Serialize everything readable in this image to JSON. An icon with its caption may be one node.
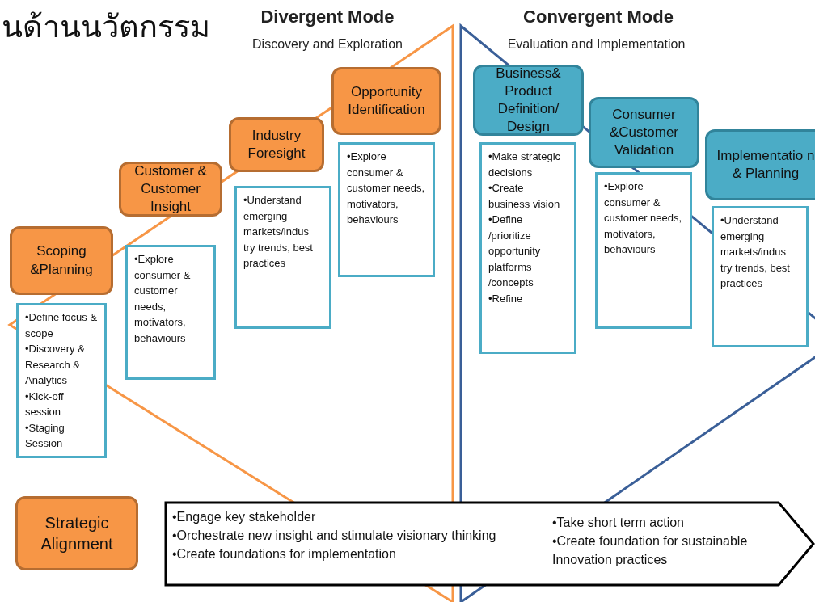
{
  "diagram": {
    "title": "นด้านนวัตกรรม",
    "nodes": [
      {
        "text": [
          "Scoping &Planning"
        ]
      },
      {
        "text": [
          "•Define focus & scope",
          "•Discovery & Research & Analytics",
          "•Kick-off session",
          "•Staging Session"
        ]
      },
      {
        "text": [
          "Customer & Customer Insight"
        ]
      },
      {
        "text": [
          "•Explore consumer & customer needs, motivators, behaviours"
        ]
      },
      {
        "text": [
          "Industry Foresight"
        ]
      },
      {
        "text": [
          "•Understand emerging markets/indus try trends, best practices"
        ]
      },
      {
        "text": [
          "Opportunity Identification"
        ]
      },
      {
        "text": [
          "•Explore consumer & customer needs, motivators, behaviours"
        ]
      },
      {
        "text": [
          "Business& Product Definition/ Design"
        ]
      },
      {
        "text": [
          "•Make strategic decisions",
          "•Create business vision",
          "•Define /prioritize opportunity platforms /concepts",
          "•Refine"
        ]
      },
      {
        "text": [
          "Consumer &Customer Validation"
        ]
      },
      {
        "text": [
          "•Explore consumer & customer needs, motivators, behaviours"
        ]
      },
      {
        "text": [
          "Implementatio n & Planning"
        ]
      },
      {
        "text": [
          "•Understand emerging markets/indus try trends, best practices"
        ]
      },
      {
        "text": [
          "Strategic Alignment"
        ]
      },
      {
        "text": [
          "•Engage key stakeholder",
          "•Orchestrate new insight and stimulate visionary thinking",
          "•Create foundations for implementation",
          "•Take short term action",
          "•Create foundation for sustainable Innovation practices"
        ]
      }
    ],
    "edges": [],
    "labels": [
      "Divergent Mode",
      "Discovery and Exploration",
      "Convergent Mode",
      "Evaluation and Implementation"
    ]
  }
}
